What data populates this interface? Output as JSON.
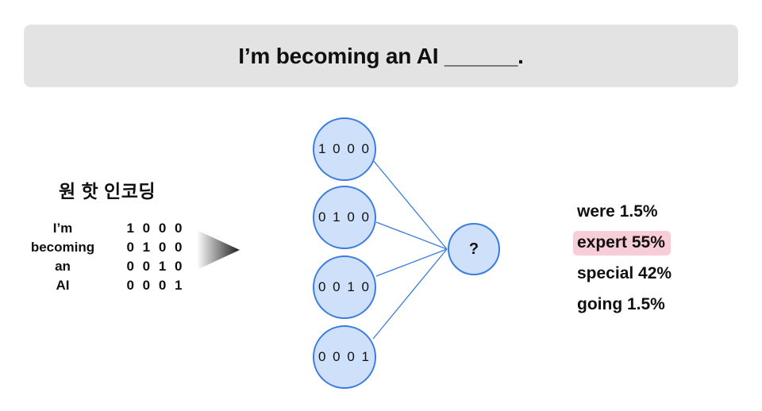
{
  "banner": {
    "title": "I’m becoming an AI ______."
  },
  "onehot": {
    "heading": "원 핫 인코딩",
    "rows": [
      {
        "word": "I’m",
        "code": "1 0 0 0"
      },
      {
        "word": "becoming",
        "code": "0 1 0 0"
      },
      {
        "word": "an",
        "code": "0 0 1 0"
      },
      {
        "word": "AI",
        "code": "0 0 0 1"
      }
    ]
  },
  "arrow": {
    "icon": "right-triangle-gradient-icon"
  },
  "network": {
    "input_nodes": [
      {
        "label": "1 0 0 0"
      },
      {
        "label": "0 1 0 0"
      },
      {
        "label": "0 0 1 0"
      },
      {
        "label": "0 0 0 1"
      }
    ],
    "output_node": {
      "label": "?"
    }
  },
  "predictions": [
    {
      "label": "were 1.5%",
      "highlighted": false
    },
    {
      "label": "expert 55%",
      "highlighted": true
    },
    {
      "label": "special 42%",
      "highlighted": false
    },
    {
      "label": "going 1.5%",
      "highlighted": false
    }
  ],
  "colors": {
    "banner_background": "#e3e3e3",
    "node_fill": "#cfe0fb",
    "node_stroke": "#3b7ddd",
    "edge": "#3b7ddd",
    "highlight": "#f7cdd8",
    "text": "#101010",
    "page_background": "#ffffff"
  }
}
